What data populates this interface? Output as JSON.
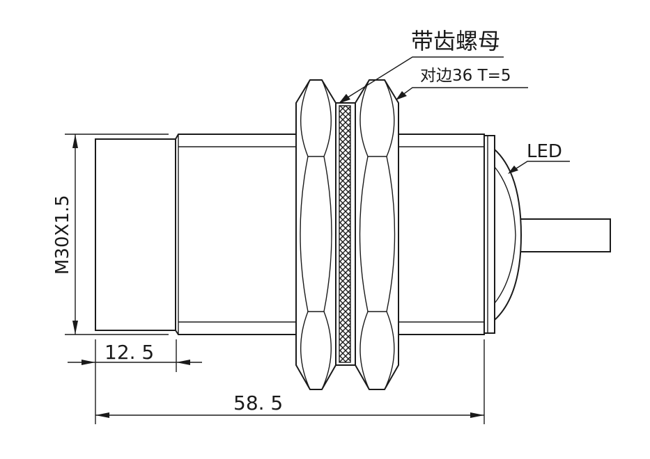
{
  "labels": {
    "toothed_nut": "带齿螺母",
    "across_flats": "对边36 T=5",
    "led": "LED"
  },
  "dimensions": {
    "thread": "M30X1.5",
    "front_length": "12. 5",
    "total_length": "58. 5"
  }
}
